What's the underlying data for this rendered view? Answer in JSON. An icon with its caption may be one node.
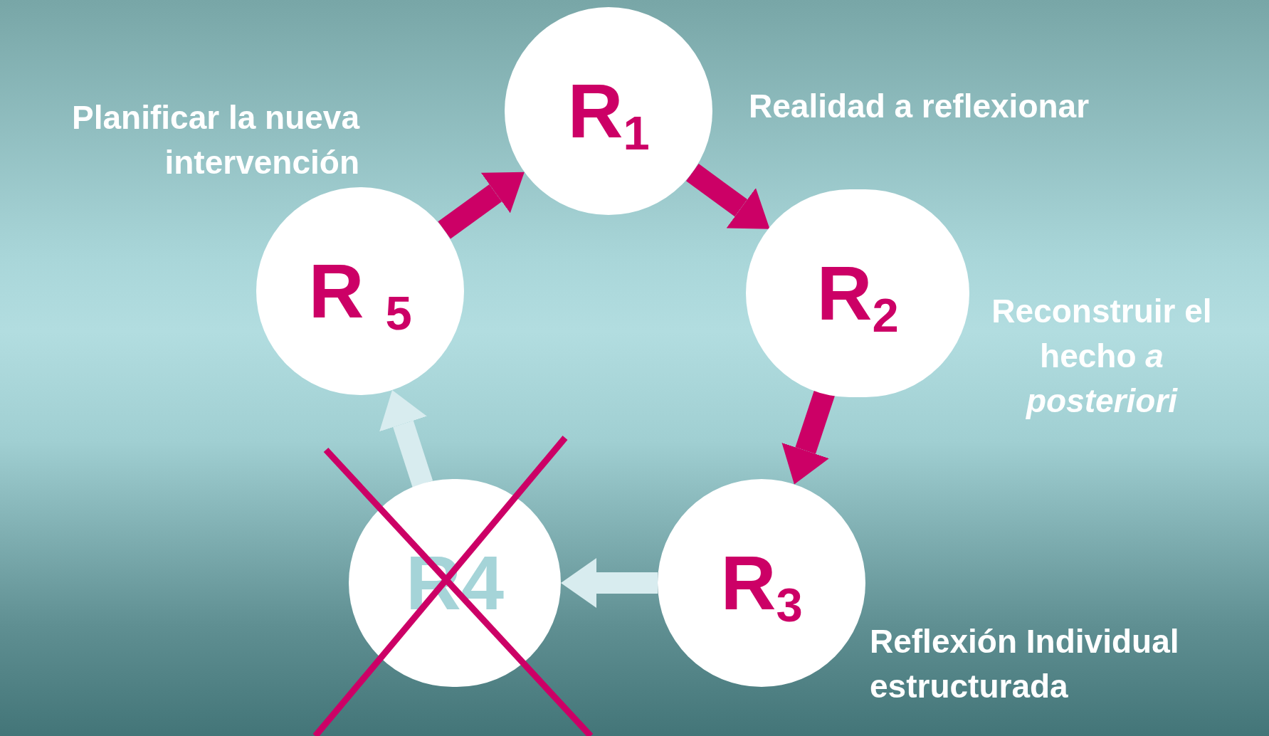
{
  "diagram": {
    "nodes": [
      {
        "text": [
          "R$_{1}$"
        ],
        "beside": [
          "Realidad a reflexionar"
        ]
      },
      {
        "text": [
          "R$_{2}$"
        ],
        "beside": [
          "Reconstruir el hecho *a posteriori*"
        ]
      },
      {
        "text": [
          "R$_{3}$"
        ],
        "beside": [
          "Reflexión Individual estructurada"
        ]
      },
      {
        "text": [
          "R4"
        ]
      },
      {
        "text": [
          "R $_{5}$"
        ],
        "beside": [
          "Planificar la nueva intervención"
        ]
      }
    ],
    "edges": [
      {
        "from": 0,
        "to": 1,
        "arrow": "to"
      },
      {
        "from": 1,
        "to": 2,
        "arrow": "to"
      },
      {
        "from": 2,
        "to": 3,
        "arrow": "to",
        "color": "#d8ecef"
      },
      {
        "from": 3,
        "to": 4,
        "arrow": "to",
        "color": "#d8ecef"
      },
      {
        "from": 4,
        "to": 0,
        "arrow": "to"
      }
    ]
  }
}
